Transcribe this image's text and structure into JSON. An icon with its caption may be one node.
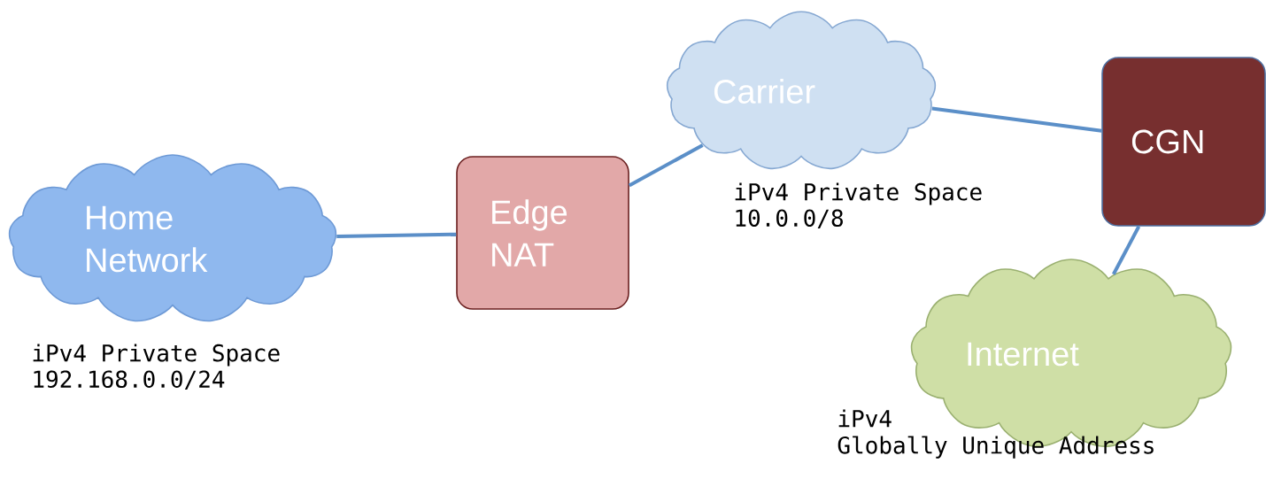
{
  "diagram": {
    "nodes": [
      {
        "text": [
          "Home Network"
        ],
        "beside": [
          "iPv4 Private Space",
          "192.168.0.0/24"
        ]
      },
      {
        "text": [
          "Edge NAT"
        ]
      },
      {
        "text": [
          "Carrier"
        ],
        "beside": [
          "iPv4 Private Space",
          "10.0.0/8"
        ]
      },
      {
        "text": [
          "CGN"
        ]
      },
      {
        "text": [
          "Internet"
        ],
        "beside": [
          "iPv4",
          "Globally Unique Address"
        ]
      }
    ],
    "edges": [
      {
        "from": 0,
        "to": 1,
        "arrow": "none"
      },
      {
        "from": 1,
        "to": 2,
        "arrow": "none"
      },
      {
        "from": 2,
        "to": 3,
        "arrow": "none"
      },
      {
        "from": 3,
        "to": 4,
        "arrow": "none"
      }
    ]
  }
}
